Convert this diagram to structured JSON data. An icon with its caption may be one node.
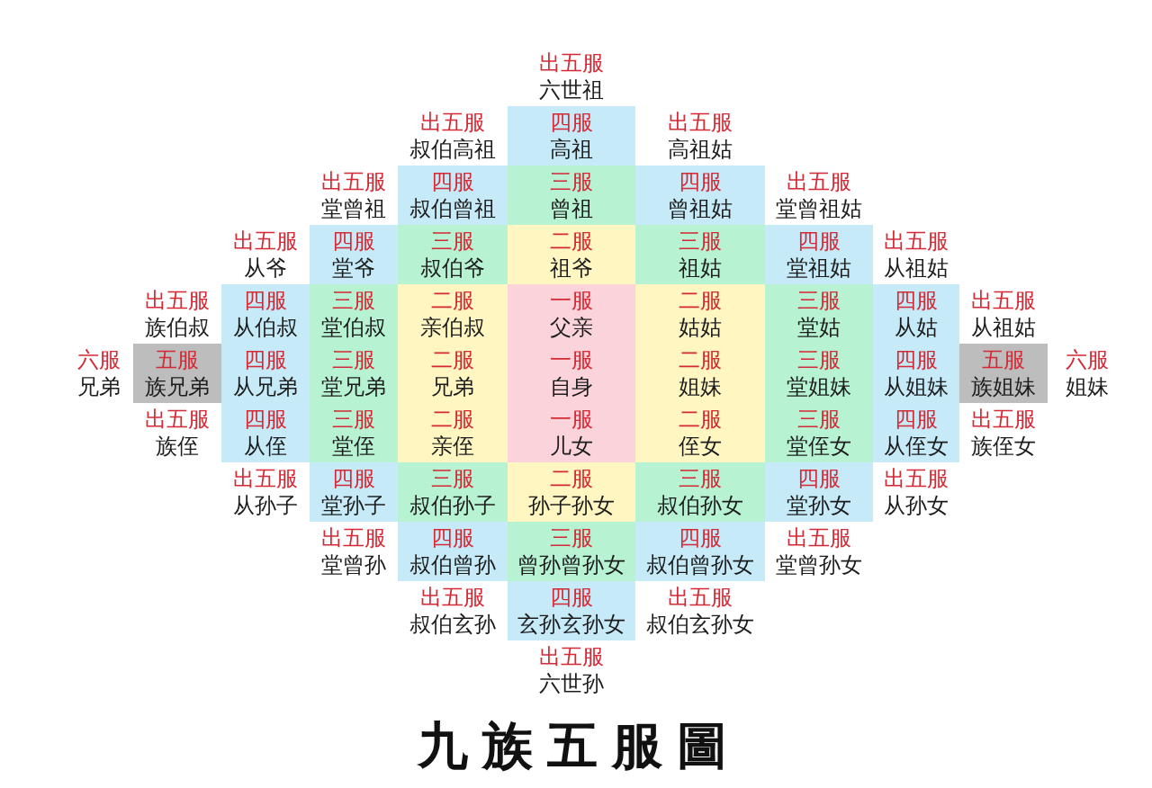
{
  "diagram": {
    "title": "九族五服圖",
    "nodes": [
      {
        "text": [
          "四服",
          "高祖"
        ]
      },
      {
        "text": [
          "四服",
          "叔伯曾祖"
        ]
      },
      {
        "text": [
          "三服",
          "曾祖"
        ]
      },
      {
        "text": [
          "四服",
          "曾祖姑"
        ]
      },
      {
        "text": [
          "四服",
          "堂爷"
        ]
      },
      {
        "text": [
          "三服",
          "叔伯爷"
        ]
      },
      {
        "text": [
          "二服",
          "祖爷"
        ]
      },
      {
        "text": [
          "三服",
          "祖姑"
        ]
      },
      {
        "text": [
          "四服",
          "堂祖姑"
        ]
      },
      {
        "text": [
          "四服",
          "从伯叔"
        ]
      },
      {
        "text": [
          "三服",
          "堂伯叔"
        ]
      },
      {
        "text": [
          "二服",
          "亲伯叔"
        ]
      },
      {
        "text": [
          "一服",
          "父亲"
        ]
      },
      {
        "text": [
          "二服",
          "姑姑"
        ]
      },
      {
        "text": [
          "三服",
          "堂姑"
        ]
      },
      {
        "text": [
          "四服",
          "从姑"
        ]
      },
      {
        "text": [
          "五服",
          "族兄弟"
        ]
      },
      {
        "text": [
          "四服",
          "从兄弟"
        ]
      },
      {
        "text": [
          "三服",
          "堂兄弟"
        ]
      },
      {
        "text": [
          "二服",
          "兄弟"
        ]
      },
      {
        "text": [
          "一服",
          "自身"
        ]
      },
      {
        "text": [
          "二服",
          "姐妹"
        ]
      },
      {
        "text": [
          "三服",
          "堂姐妹"
        ]
      },
      {
        "text": [
          "四服",
          "从姐妹"
        ]
      },
      {
        "text": [
          "五服",
          "族姐妹"
        ]
      },
      {
        "text": [
          "四服",
          "从侄"
        ]
      },
      {
        "text": [
          "三服",
          "堂侄"
        ]
      },
      {
        "text": [
          "二服",
          "亲侄"
        ]
      },
      {
        "text": [
          "一服",
          "儿女"
        ]
      },
      {
        "text": [
          "二服",
          "侄女"
        ]
      },
      {
        "text": [
          "三服",
          "堂侄女"
        ]
      },
      {
        "text": [
          "四服",
          "从侄女"
        ]
      },
      {
        "text": [
          "四服",
          "堂孙子"
        ]
      },
      {
        "text": [
          "三服",
          "叔伯孙子"
        ]
      },
      {
        "text": [
          "二服",
          "孙子孙女"
        ]
      },
      {
        "text": [
          "三服",
          "叔伯孙女"
        ]
      },
      {
        "text": [
          "四服",
          "堂孙女"
        ]
      },
      {
        "text": [
          "四服",
          "叔伯曾孙"
        ]
      },
      {
        "text": [
          "三服",
          "曾孙曾孙女"
        ]
      },
      {
        "text": [
          "四服",
          "叔伯曾孙女"
        ]
      },
      {
        "text": [
          "四服",
          "玄孙玄孙女"
        ]
      }
    ],
    "labels": [
      "出五服",
      "六世祖",
      "出五服",
      "叔伯高祖",
      "出五服",
      "高祖姑",
      "出五服",
      "堂曾祖",
      "出五服",
      "堂曾祖姑",
      "出五服",
      "从爷",
      "出五服",
      "从祖姑",
      "出五服",
      "族伯叔",
      "出五服",
      "从祖姑",
      "六服",
      "兄弟",
      "六服",
      "姐妹",
      "出五服",
      "族侄",
      "出五服",
      "族侄女",
      "出五服",
      "从孙子",
      "出五服",
      "从孙女",
      "出五服",
      "堂曾孙",
      "出五服",
      "堂曾孙女",
      "出五服",
      "叔伯玄孙",
      "出五服",
      "叔伯玄孙女",
      "出五服",
      "六世孙"
    ]
  }
}
